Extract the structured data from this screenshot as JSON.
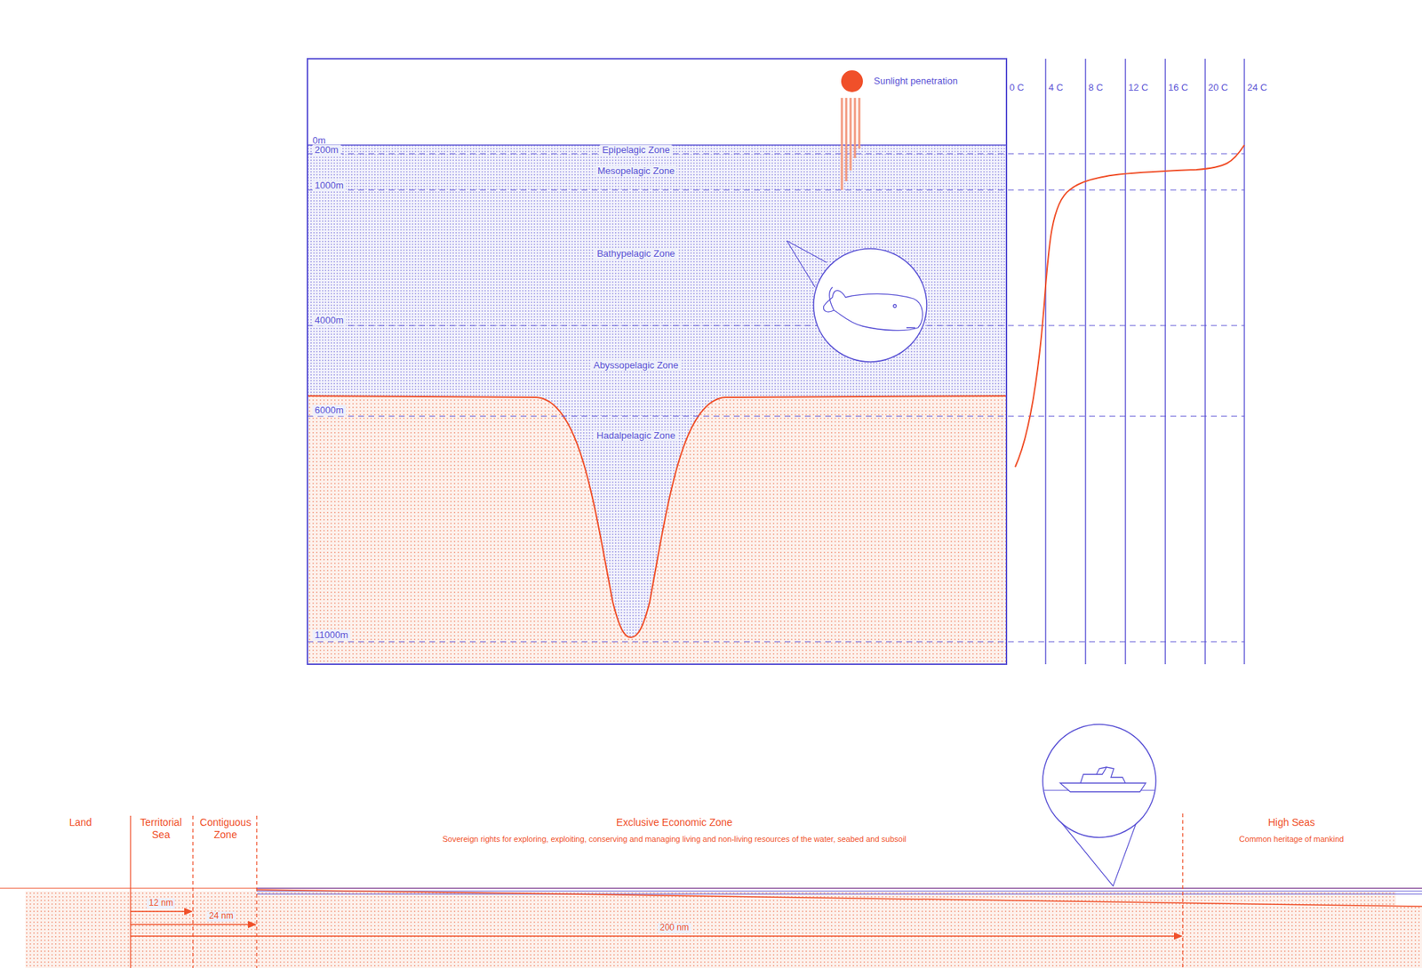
{
  "diagram": {
    "nodes": [
      {
        "text": [
          "Land"
        ]
      },
      {
        "text": [
          "Territorial Sea"
        ]
      },
      {
        "text": [
          "Contiguous Zone"
        ]
      },
      {
        "text": [
          "Exclusive Economic Zone",
          "Sovereign rights for exploring, exploiting, conserving and managing living and non-living resources of the water, seabed and subsoil"
        ]
      },
      {
        "text": [
          "High Seas",
          "Common heritage of mankind"
        ]
      }
    ],
    "labels": [
      "Sunlight penetration",
      "0 C",
      "4 C",
      "8 C",
      "12 C",
      "16 C",
      "20 C",
      "24 C",
      "0m",
      "200m",
      "1000m",
      "4000m",
      "6000m",
      "11000m",
      "Epipelagic Zone",
      "Mesopelagic Zone",
      "Bathypelagic Zone",
      "Abyssopelagic Zone",
      "Hadalpelagic Zone",
      "12 nm",
      "24 nm",
      "200 nm"
    ]
  }
}
